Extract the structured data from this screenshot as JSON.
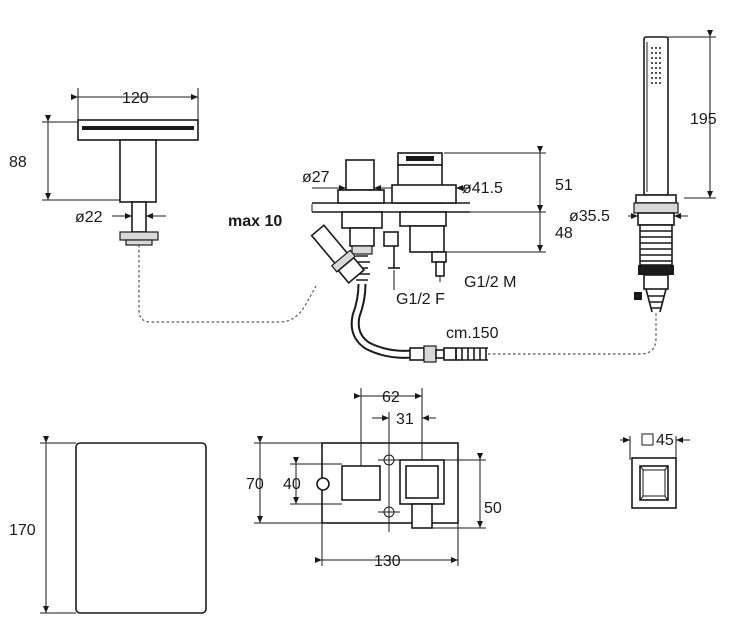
{
  "dimensions": {
    "spout_width": "120",
    "spout_height": "88",
    "spout_diameter": "ø22",
    "valve_diameter_small": "ø27",
    "valve_diameter_large": "ø41.5",
    "valve_height_top": "51",
    "valve_height_bottom": "48",
    "deck_max": "max 10",
    "thread_male": "G1/2 M",
    "thread_female": "G1/2 F",
    "hose_length": "cm.150",
    "handshower_height": "195",
    "handshower_diameter": "ø35.5",
    "plate_width_62": "62",
    "plate_width_31": "31",
    "plate_height_70": "70",
    "plate_height_40": "40",
    "plate_height_50": "50",
    "plate_width_130": "130",
    "spout_front_height": "170",
    "handshower_square": "45"
  }
}
